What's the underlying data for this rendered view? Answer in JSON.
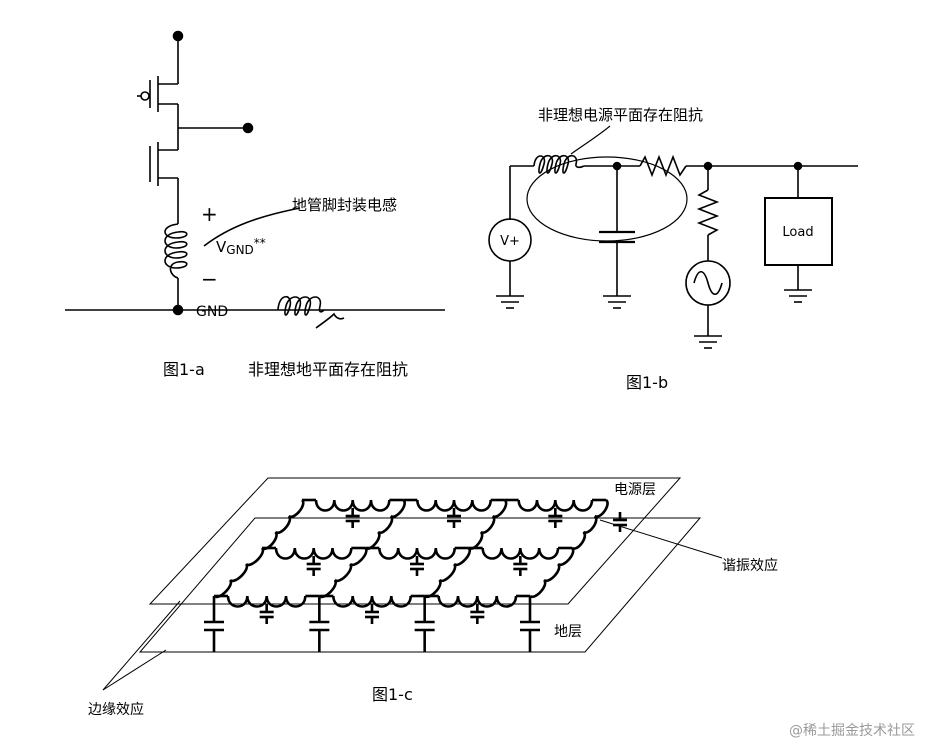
{
  "fig_a": {
    "label_package_inductance": "地管脚封装电感",
    "plus_sign": "+",
    "minus_sign": "−",
    "v_prefix": "V",
    "v_subscript": "GND",
    "v_suffix": "**",
    "gnd_label": "GND",
    "label_nonideal_ground": "非理想地平面存在阻抗",
    "caption": "图1-a"
  },
  "fig_b": {
    "label_nonideal_power": "非理想电源平面存在阻抗",
    "source_label": "V+",
    "load_label": "Load",
    "caption": "图1-b"
  },
  "fig_c": {
    "power_layer": "电源层",
    "ground_layer": "地层",
    "resonance": "谐振效应",
    "edge_effect": "边缘效应",
    "caption": "图1-c"
  },
  "watermark": "@稀土掘金技术社区"
}
